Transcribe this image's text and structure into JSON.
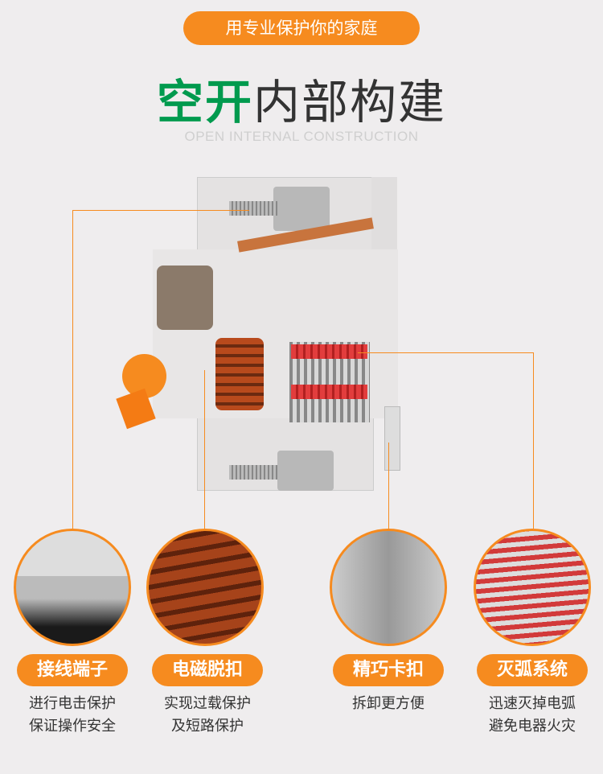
{
  "header": {
    "tagline": "用专业保护你的家庭",
    "title_green": "空开",
    "title_dark": "内部构建",
    "subtitle": "OPEN INTERNAL CONSTRUCTION"
  },
  "features": [
    {
      "label": "接线端子",
      "desc": [
        "进行电击保护",
        "保证操作安全"
      ]
    },
    {
      "label": "电磁脱扣",
      "desc": [
        "实现过载保护",
        "及短路保护"
      ]
    },
    {
      "label": "精巧卡扣",
      "desc": [
        "拆卸更方便"
      ]
    },
    {
      "label": "灭弧系统",
      "desc": [
        "迅速灭掉电弧",
        "避免电器火灾"
      ]
    }
  ],
  "colors": {
    "accent": "#f68b1f",
    "green": "#009a4e"
  }
}
